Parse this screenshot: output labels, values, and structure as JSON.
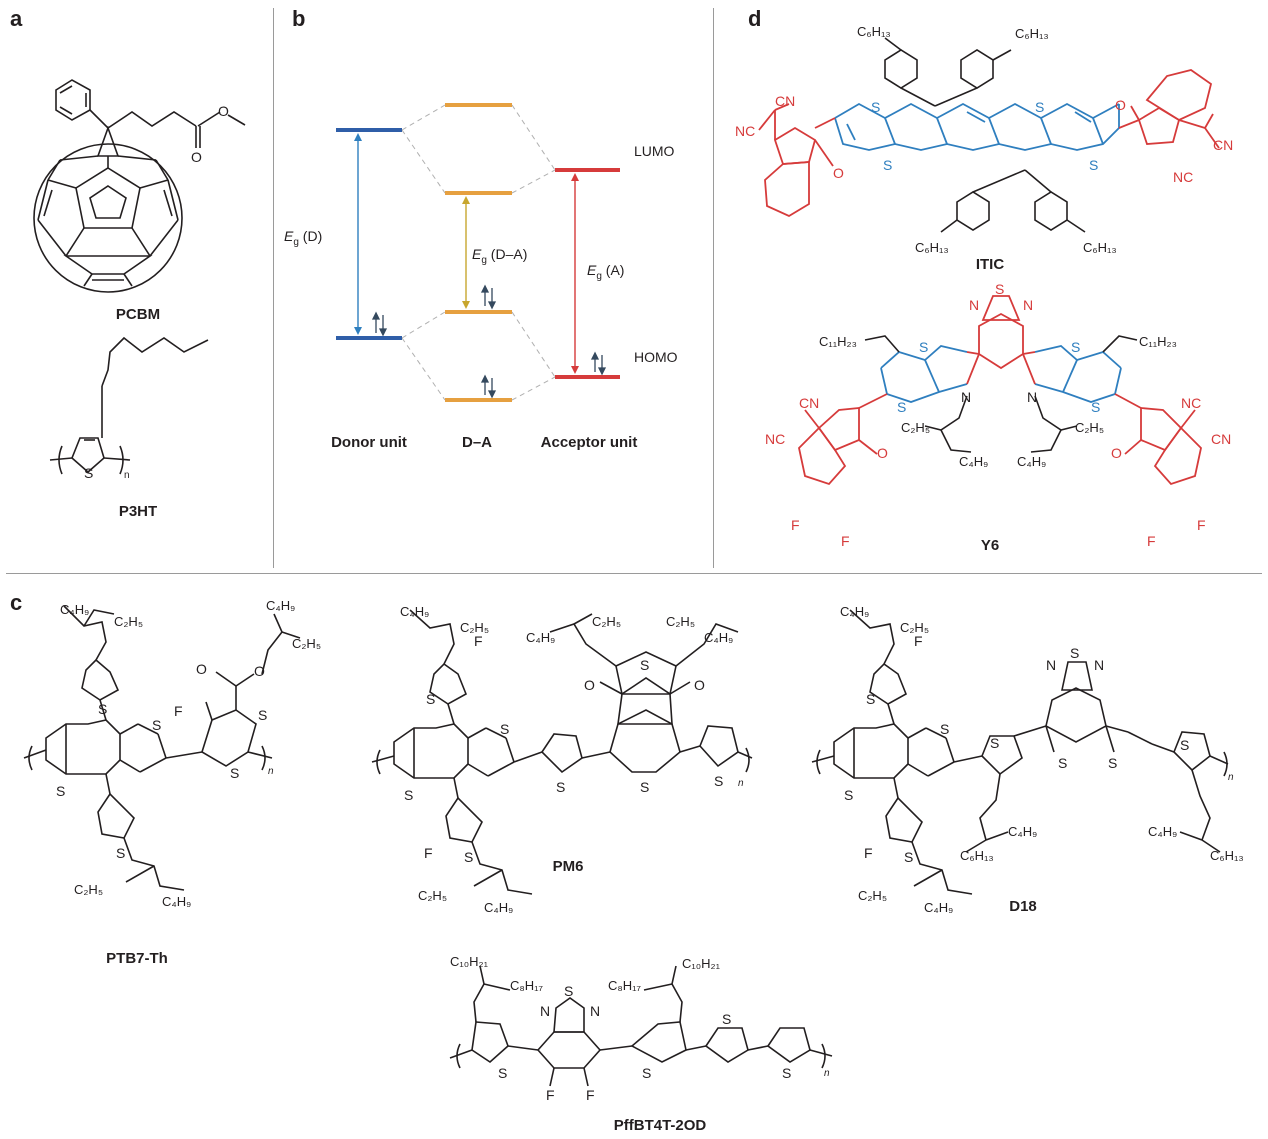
{
  "panels": {
    "a": "a",
    "b": "b",
    "c": "c",
    "d": "d"
  },
  "panel_a": {
    "molecule1": "PCBM",
    "molecule2": "P3HT",
    "p3ht_atoms": {
      "s": "S",
      "n": "n"
    },
    "pcbm_atoms": {
      "o1": "O",
      "o2": "O"
    }
  },
  "panel_b": {
    "lumo": "LUMO",
    "homo": "HOMO",
    "eg_d": "E",
    "eg_d_sub": "g",
    "eg_d_arg": " (D)",
    "eg_da": "E",
    "eg_da_sub": "g",
    "eg_da_arg": " (D–A)",
    "eg_a": "E",
    "eg_a_sub": "g",
    "eg_a_arg": " (A)",
    "donor": "Donor unit",
    "da": "D–A",
    "acceptor": "Acceptor unit",
    "colors": {
      "donor": "#2f5ea8",
      "da": "#e6a040",
      "acceptor": "#d63b3b",
      "arrow_da": "#c8a62e",
      "dash": "#b0b0b0"
    }
  },
  "panel_c": {
    "ptb7": "PTB7-Th",
    "pm6": "PM6",
    "d18": "D18",
    "pffbt": "PffBT4T-2OD",
    "atoms": {
      "s": "S",
      "f": "F",
      "o": "O",
      "n": "N",
      "sub_n": "n",
      "c4h9": "C₄H₉",
      "c2h5": "C₂H₅",
      "c6h13": "C₆H₁₃",
      "c10h21": "C₁₀H₂₁",
      "c8h17": "C₈H₁₇"
    }
  },
  "panel_d": {
    "itic": "ITIC",
    "y6": "Y6",
    "atoms": {
      "s": "S",
      "n": "N",
      "f": "F",
      "o": "O",
      "cn": "CN",
      "nc": "NC",
      "c6h13": "C₆H₁₃",
      "c11h23": "C₁₁H₂₃",
      "c2h5": "C₂H₅",
      "c4h9": "C₄H₉"
    },
    "colors": {
      "core": "#2f7fbf",
      "end": "#d63b3b"
    }
  }
}
